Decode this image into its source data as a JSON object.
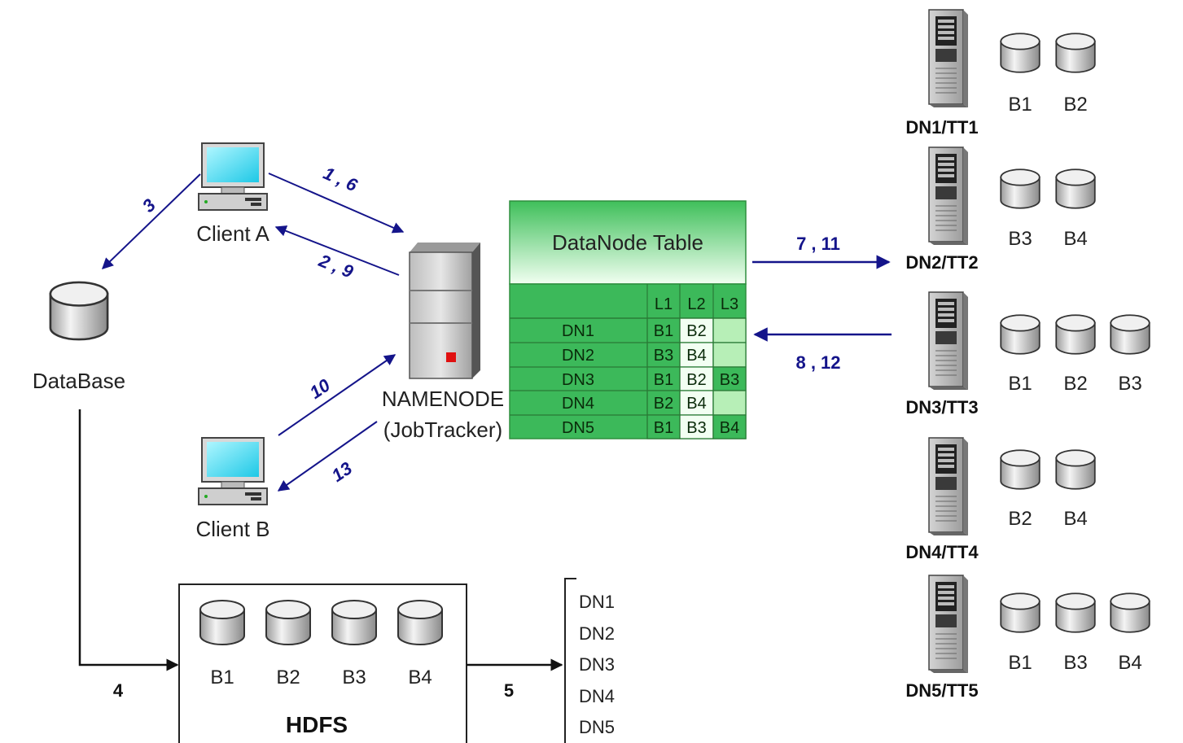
{
  "database": {
    "label": "DataBase"
  },
  "clients": {
    "a": "Client A",
    "b": "Client B"
  },
  "namenode": {
    "line1": "NAMENODE",
    "line2": "(JobTracker)"
  },
  "steps": {
    "s1_6": "1 , 6",
    "s2_9": "2 , 9",
    "s3": "3",
    "s4": "4",
    "s5": "5",
    "s7_11": "7 , 11",
    "s8_12": "8 , 12",
    "s10": "10",
    "s13": "13"
  },
  "datanode_table": {
    "title": "DataNode Table",
    "headers": [
      "L1",
      "L2",
      "L3"
    ],
    "rows": [
      {
        "node": "DN1",
        "cells": [
          "B1",
          "B2",
          ""
        ]
      },
      {
        "node": "DN2",
        "cells": [
          "B3",
          "B4",
          ""
        ]
      },
      {
        "node": "DN3",
        "cells": [
          "B1",
          "B2",
          "B3"
        ]
      },
      {
        "node": "DN4",
        "cells": [
          "B2",
          "B4",
          ""
        ]
      },
      {
        "node": "DN5",
        "cells": [
          "B1",
          "B3",
          "B4"
        ]
      }
    ]
  },
  "datanodes": [
    {
      "name": "DN1/TT1",
      "blocks": [
        "B1",
        "B2"
      ]
    },
    {
      "name": "DN2/TT2",
      "blocks": [
        "B3",
        "B4"
      ]
    },
    {
      "name": "DN3/TT3",
      "blocks": [
        "B1",
        "B2",
        "B3"
      ]
    },
    {
      "name": "DN4/TT4",
      "blocks": [
        "B2",
        "B4"
      ]
    },
    {
      "name": "DN5/TT5",
      "blocks": [
        "B1",
        "B3",
        "B4"
      ]
    }
  ],
  "hdfs": {
    "title": "HDFS",
    "blocks": [
      "B1",
      "B2",
      "B3",
      "B4"
    ]
  },
  "dn_list": [
    "DN1",
    "DN2",
    "DN3",
    "DN4",
    "DN5"
  ],
  "colors": {
    "arrow": "#14148a",
    "table_green": "#3cb95a",
    "table_light": "#c8f2c8"
  }
}
